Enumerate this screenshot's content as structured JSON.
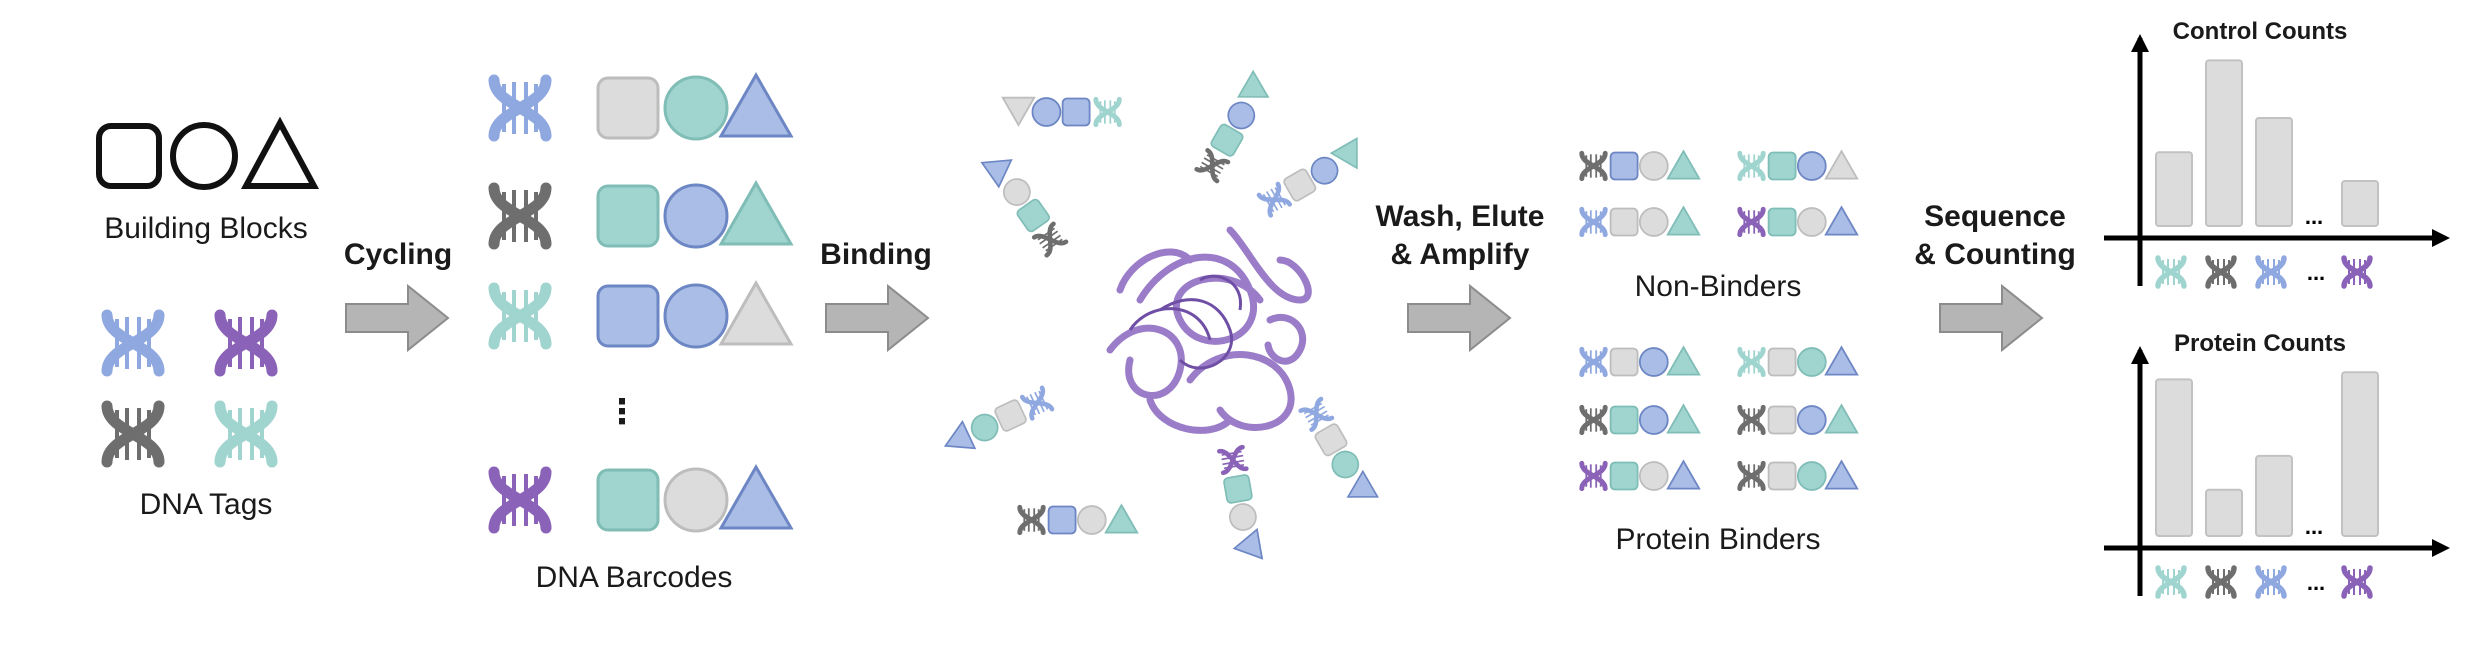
{
  "colors": {
    "blue": "#a9bde6",
    "blue_stroke": "#5f7fc9",
    "purple": "#8a62b7",
    "gray": "#6e6e6e",
    "teal": "#9fd4cf",
    "light_gray": "#dcdcdc",
    "arrow": "#b5b5b5",
    "protein": "#9a7cc8"
  },
  "labels": {
    "building_blocks": "Building Blocks",
    "dna_tags": "DNA Tags",
    "cycling": "Cycling",
    "dna_barcodes": "DNA Barcodes",
    "ellipsis": "⋮",
    "binding": "Binding",
    "wash_line1": "Wash, Elute",
    "wash_line2": "& Amplify",
    "non_binders": "Non-Binders",
    "protein_binders": "Protein Binders",
    "seq_line1": "Sequence",
    "seq_line2": "& Counting"
  },
  "charts": [
    {
      "title": "Control Counts",
      "values": [
        0.41,
        0.92,
        0.6,
        0.25
      ],
      "ellipsis": "..."
    },
    {
      "title": "Protein Counts",
      "values": [
        0.88,
        0.26,
        0.45,
        0.92
      ],
      "ellipsis": "..."
    }
  ]
}
